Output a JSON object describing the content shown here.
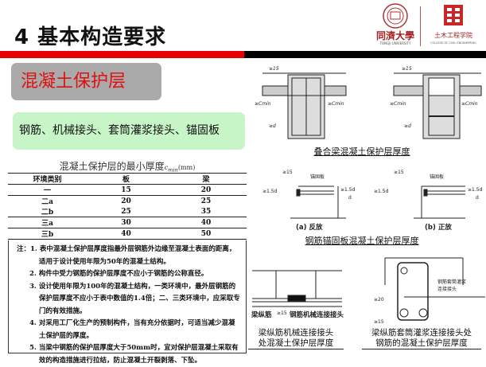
{
  "header": {
    "title": "4 基本构造要求",
    "logos": {
      "university": "同濟大學",
      "university_en": "TONGJI UNIVERSITY",
      "college": "土木工程学院",
      "college_en": "COLLEGE OF CIVIL ENGINEERING"
    },
    "colors": {
      "bar_red": "#e60000",
      "bar_black": "#000000"
    }
  },
  "section": {
    "title": "混凝土保护层",
    "keywords": "钢筋、机械接头、套筒灌浆接头、锚固板"
  },
  "table": {
    "title": "混凝土保护层的最小厚度",
    "title_symbol": "c",
    "title_sub": "min",
    "title_unit": "(mm)",
    "headers": [
      "环境类别",
      "板",
      "梁"
    ],
    "rows": [
      [
        "一",
        "15",
        "20"
      ],
      [
        "二a",
        "20",
        "25"
      ],
      [
        "二b",
        "25",
        "35"
      ],
      [
        "三a",
        "30",
        "40"
      ],
      [
        "三b",
        "40",
        "50"
      ]
    ],
    "notes_label": "注：",
    "notes": [
      "1. 表中混凝土保护层厚度指最外层钢筋外边缘至混凝土表面的距离，适用于设计使用年限为50年的混凝土结构。",
      "2. 构件中受力钢筋的保护层厚度不应小于钢筋的公称直径。",
      "3. 设计使用年限为100年的混凝土结构，一类环境中，最外层钢筋的保护层厚度不应小于表中数值的1.4倍；二、三类环境中，应采取专门的有效措施。",
      "4. 对采用工厂化生产的预制构件，当有充分依据时，可适当减少混凝土保护层的厚度。",
      "5. 当梁中钢筋的保护层厚度大于50mm时，宜对保护层混凝土采取有效的构造措施进行拉结，防止混凝土开裂剥落、下坠。"
    ]
  },
  "diagrams": {
    "composite_beam": {
      "caption": "叠合梁混凝土保护层厚度",
      "labels": {
        "cmin": "≥Cmin",
        "d": "≥d",
        "c15": "≥15"
      }
    },
    "anchor_plate": {
      "caption": "钢筋锚固板混凝土保护层厚度",
      "a_label": "(a) 反放",
      "b_label": "(b) 正放",
      "plate_label": "锚固板",
      "ge15": "≥15",
      "ge15d": "≥1.5d",
      "d": "d"
    },
    "mechanical_splice": {
      "caption_line1": "梁纵筋机械连接接头",
      "caption_line2": "处混凝土保护层厚度",
      "rebar_label": "梁纵筋",
      "splice_label": "钢筋机械连接接头",
      "ge15": "≥15"
    },
    "grout_sleeve": {
      "caption_line1": "梁纵筋套筒灌浆连接接头处",
      "caption_line2": "钢筋的混凝土保护层厚度",
      "sleeve_label_line1": "钢筋套筒灌浆",
      "sleeve_label_line2": "连接接头",
      "ge20": "≥20",
      "ge15": "≥15"
    }
  }
}
